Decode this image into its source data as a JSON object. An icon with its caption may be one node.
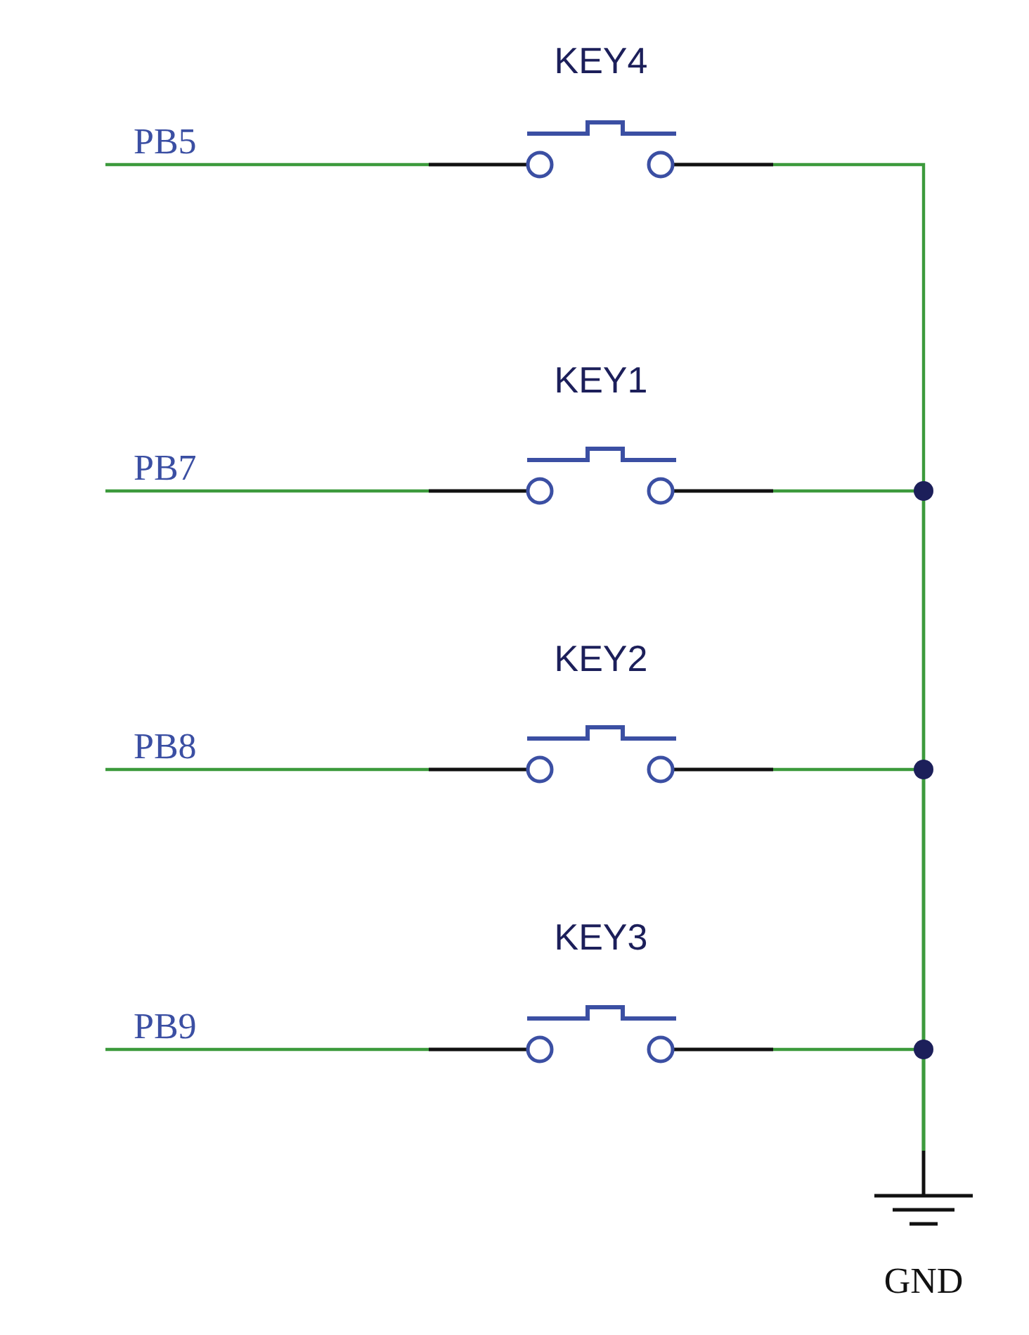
{
  "diagram": {
    "nodes": [
      {
        "text": [
          "PB5"
        ]
      },
      {
        "text": [
          "KEY4"
        ]
      },
      {
        "text": [
          "PB7"
        ]
      },
      {
        "text": [
          "KEY1"
        ]
      },
      {
        "text": [
          "PB8"
        ]
      },
      {
        "text": [
          "KEY2"
        ]
      },
      {
        "text": [
          "PB9"
        ]
      },
      {
        "text": [
          "KEY3"
        ]
      },
      {
        "text": [
          "GND"
        ]
      }
    ],
    "edges": [
      {
        "from": 0,
        "to": 1,
        "arrow": "none"
      },
      {
        "from": 1,
        "to": 8,
        "arrow": "none"
      },
      {
        "from": 2,
        "to": 3,
        "arrow": "none"
      },
      {
        "from": 3,
        "to": 8,
        "arrow": "none"
      },
      {
        "from": 4,
        "to": 5,
        "arrow": "none"
      },
      {
        "from": 5,
        "to": 8,
        "arrow": "none"
      },
      {
        "from": 6,
        "to": 7,
        "arrow": "none"
      },
      {
        "from": 7,
        "to": 8,
        "arrow": "none"
      }
    ]
  }
}
